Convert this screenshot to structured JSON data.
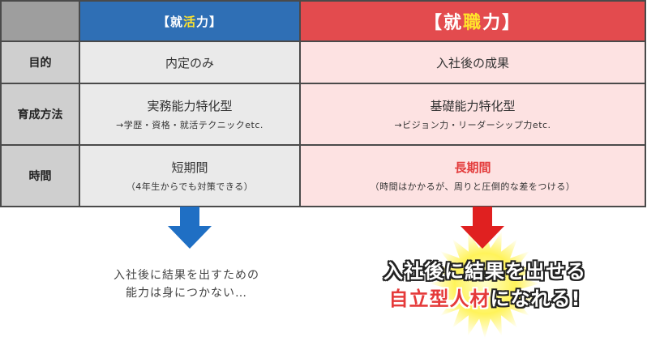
{
  "table": {
    "header_left": {
      "open": "【",
      "part1": "就",
      "highlight": "活",
      "part2": "力",
      "close": "】"
    },
    "header_right": {
      "open": "【",
      "part1": "就",
      "highlight": "職",
      "part2": "力",
      "close": "】"
    },
    "rows": [
      {
        "label": "目的",
        "left_main": "内定のみ",
        "right_main": "入社後の成果"
      },
      {
        "label": "育成方法",
        "left_main": "実務能力特化型",
        "left_sub": "→学歴・資格・就活テクニックetc.",
        "right_main": "基礎能力特化型",
        "right_sub": "→ビジョン力・リーダーシップ力etc."
      },
      {
        "label": "時間",
        "left_main": "短期間",
        "left_sub": "（4年生からでも対策できる）",
        "right_main": "長期間",
        "right_sub": "（時間はかかるが、周りと圧倒的な差をつける）"
      }
    ]
  },
  "conclusion_left": {
    "line1": "入社後に結果を出すための",
    "line2": "能力は身につかない…"
  },
  "conclusion_right": {
    "line1": "入社後に結果を出せる",
    "line2_red": "自立型人材",
    "line2_rest": "になれる!"
  },
  "colors": {
    "blue": "#2f6fb5",
    "red": "#e34b4e",
    "yellow": "#ffe32b",
    "left_arrow": "#1f6fc4",
    "right_arrow": "#e02020",
    "burst": "#fff35a"
  },
  "icons": {
    "left_arrow": "down-arrow-icon",
    "right_arrow": "down-arrow-icon",
    "burst": "starburst-icon"
  }
}
